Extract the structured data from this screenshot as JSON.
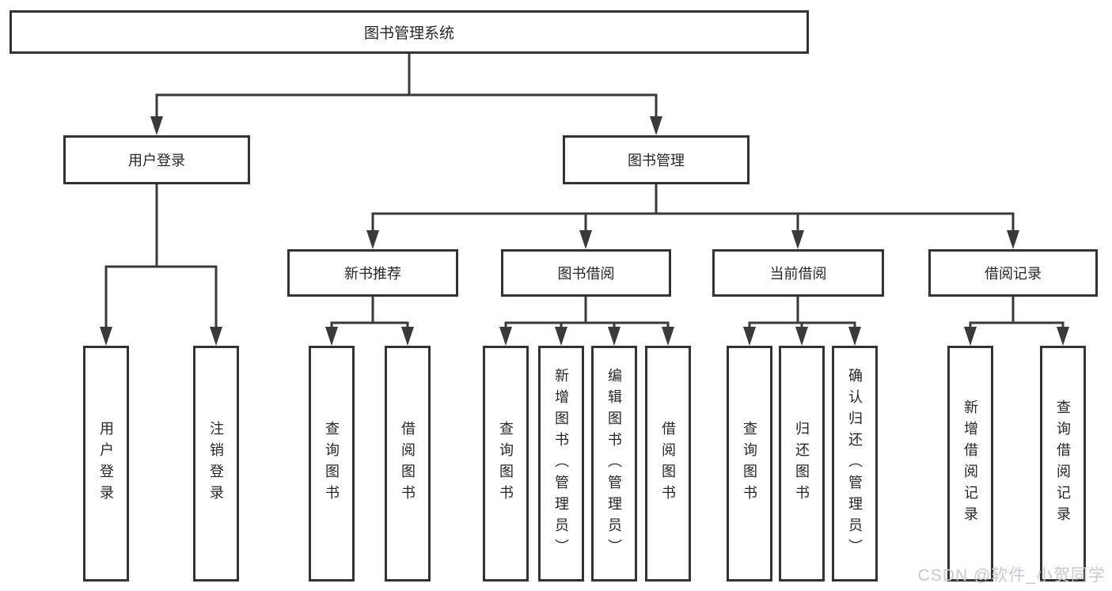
{
  "colors": {
    "line": "#3a3a3a",
    "border": "#333333",
    "text": "#262626",
    "background": "#ffffff",
    "watermark": "#c9c9cf"
  },
  "watermark": "CSDN @软件_小贺同学",
  "tree": {
    "label": "图书管理系统",
    "children": [
      {
        "label": "用户登录",
        "children": [
          {
            "label": "用户登录"
          },
          {
            "label": "注销登录"
          }
        ]
      },
      {
        "label": "图书管理",
        "children": [
          {
            "label": "新书推荐",
            "children": [
              {
                "label": "查询图书"
              },
              {
                "label": "借阅图书"
              }
            ]
          },
          {
            "label": "图书借阅",
            "children": [
              {
                "label": "查询图书"
              },
              {
                "label": "新增图书（管理员）"
              },
              {
                "label": "编辑图书（管理员）"
              },
              {
                "label": "借阅图书"
              }
            ]
          },
          {
            "label": "当前借阅",
            "children": [
              {
                "label": "查询图书"
              },
              {
                "label": "归还图书"
              },
              {
                "label": "确认归还（管理员）"
              }
            ]
          },
          {
            "label": "借阅记录",
            "children": [
              {
                "label": "新增借阅记录"
              },
              {
                "label": "查询借阅记录"
              }
            ]
          }
        ]
      }
    ]
  }
}
